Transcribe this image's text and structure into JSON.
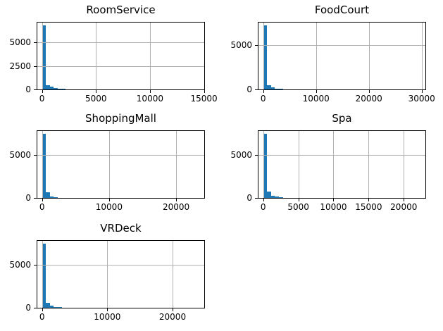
{
  "figure": {
    "background": "#ffffff",
    "bar_color": "#1f77b4",
    "grid_color": "#b0b0b0",
    "axis_color": "#000000",
    "text_color": "#000000"
  },
  "chart_data": [
    {
      "type": "bar",
      "variant": "histogram",
      "title": "RoomService",
      "bin_start": 0,
      "bin_width": 358.2,
      "counts": [
        6800,
        430,
        290,
        160,
        95,
        55,
        33,
        20,
        13,
        8,
        5,
        4,
        3,
        2,
        2,
        1,
        1,
        1,
        0,
        1,
        0,
        0,
        1,
        0,
        0,
        0,
        0,
        0,
        0,
        0,
        0,
        0,
        0,
        0,
        0,
        0,
        0,
        0,
        0,
        1
      ],
      "x_ticks": [
        0,
        5000,
        10000,
        15000
      ],
      "y_ticks": [
        0,
        2500,
        5000
      ],
      "xlim": [
        -430,
        15030
      ],
      "ylim": [
        0,
        7106
      ],
      "grid": true,
      "legend": false,
      "xlabel": "",
      "ylabel": ""
    },
    {
      "type": "bar",
      "variant": "histogram",
      "title": "FoodCourt",
      "bin_start": 0,
      "bin_width": 745.3,
      "counts": [
        7250,
        480,
        230,
        110,
        60,
        35,
        22,
        14,
        9,
        6,
        4,
        3,
        2,
        2,
        1,
        1,
        1,
        0,
        1,
        0,
        0,
        0,
        1,
        0,
        0,
        0,
        0,
        0,
        0,
        0,
        0,
        0,
        0,
        0,
        0,
        0,
        0,
        0,
        0,
        1
      ],
      "x_ticks": [
        0,
        10000,
        20000,
        30000
      ],
      "y_ticks": [
        0,
        5000
      ],
      "xlim": [
        -894,
        30707
      ],
      "ylim": [
        0,
        7576
      ],
      "grid": true,
      "legend": false,
      "xlabel": "",
      "ylabel": ""
    },
    {
      "type": "bar",
      "variant": "histogram",
      "title": "ShoppingMall",
      "bin_start": 0,
      "bin_width": 587.3,
      "counts": [
        7450,
        650,
        180,
        70,
        35,
        20,
        12,
        8,
        5,
        3,
        2,
        2,
        1,
        1,
        0,
        1,
        0,
        0,
        1,
        0,
        0,
        0,
        0,
        0,
        0,
        0,
        0,
        0,
        0,
        0,
        0,
        0,
        0,
        0,
        0,
        0,
        0,
        0,
        0,
        1
      ],
      "x_ticks": [
        0,
        10000,
        20000
      ],
      "y_ticks": [
        0,
        5000
      ],
      "xlim": [
        -705,
        24197
      ],
      "ylim": [
        0,
        7785
      ],
      "grid": true,
      "legend": false,
      "xlabel": "",
      "ylabel": ""
    },
    {
      "type": "bar",
      "variant": "histogram",
      "title": "Spa",
      "bin_start": 0,
      "bin_width": 560.2,
      "counts": [
        7450,
        700,
        280,
        130,
        70,
        40,
        25,
        16,
        10,
        7,
        5,
        3,
        2,
        2,
        1,
        1,
        1,
        0,
        1,
        0,
        0,
        0,
        0,
        0,
        0,
        0,
        0,
        0,
        0,
        0,
        0,
        0,
        0,
        0,
        0,
        0,
        0,
        0,
        0,
        1
      ],
      "x_ticks": [
        0,
        5000,
        10000,
        15000,
        20000
      ],
      "y_ticks": [
        0,
        5000
      ],
      "xlim": [
        -672,
        23080
      ],
      "ylim": [
        0,
        7785
      ],
      "grid": true,
      "legend": false,
      "xlabel": "",
      "ylabel": ""
    },
    {
      "type": "bar",
      "variant": "histogram",
      "title": "VRDeck",
      "bin_start": 0,
      "bin_width": 603.3,
      "counts": [
        7450,
        600,
        230,
        110,
        60,
        35,
        21,
        13,
        8,
        6,
        4,
        3,
        2,
        1,
        1,
        1,
        0,
        1,
        0,
        0,
        0,
        0,
        0,
        0,
        0,
        0,
        0,
        0,
        0,
        0,
        0,
        0,
        0,
        0,
        0,
        0,
        0,
        0,
        0,
        1
      ],
      "x_ticks": [
        0,
        10000,
        20000
      ],
      "y_ticks": [
        0,
        5000
      ],
      "xlim": [
        -724,
        24857
      ],
      "ylim": [
        0,
        7785
      ],
      "grid": true,
      "legend": false,
      "xlabel": "",
      "ylabel": ""
    }
  ]
}
